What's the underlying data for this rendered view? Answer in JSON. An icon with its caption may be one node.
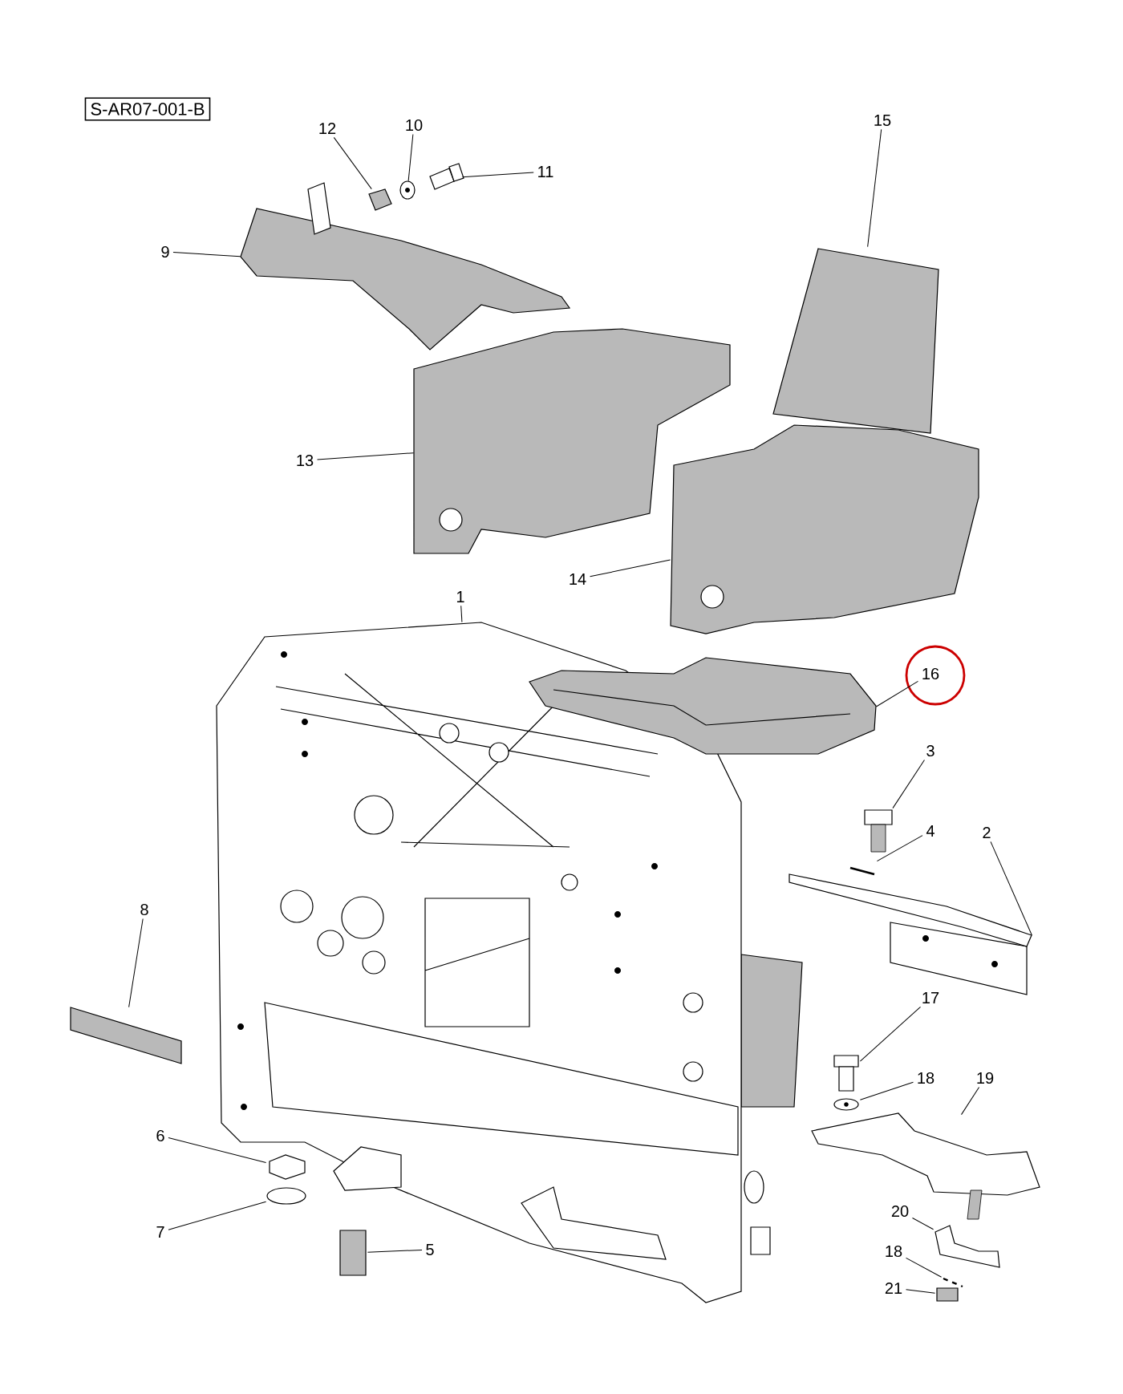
{
  "diagram": {
    "nodes": [
      {
        "text": [
          "S-AR07-001-B"
        ]
      },
      {
        "text": [
          "12"
        ]
      },
      {
        "text": [
          "10"
        ]
      },
      {
        "text": [
          "11"
        ]
      },
      {
        "text": [
          "9"
        ]
      },
      {
        "text": [
          "15"
        ]
      },
      {
        "text": [
          "13"
        ]
      },
      {
        "text": [
          "14"
        ]
      },
      {
        "text": [
          "1"
        ]
      },
      {
        "text": [
          "16"
        ]
      },
      {
        "text": [
          "3"
        ]
      },
      {
        "text": [
          "4"
        ]
      },
      {
        "text": [
          "2"
        ]
      },
      {
        "text": [
          "8"
        ]
      },
      {
        "text": [
          "17"
        ]
      },
      {
        "text": [
          "18"
        ]
      },
      {
        "text": [
          "19"
        ]
      },
      {
        "text": [
          "6"
        ]
      },
      {
        "text": [
          "7"
        ]
      },
      {
        "text": [
          "5"
        ]
      },
      {
        "text": [
          "20"
        ]
      },
      {
        "text": [
          "18"
        ]
      },
      {
        "text": [
          "21"
        ]
      },
      {
        "text": [],
        "shape": "picture"
      },
      {
        "text": [],
        "shape": "picture"
      },
      {
        "text": [],
        "shape": "picture"
      },
      {
        "text": [],
        "shape": "picture"
      },
      {
        "text": [],
        "shape": "picture"
      },
      {
        "text": [],
        "shape": "picture"
      },
      {
        "text": [],
        "shape": "picture"
      },
      {
        "text": [],
        "shape": "picture"
      },
      {
        "text": [],
        "shape": "picture"
      },
      {
        "text": [],
        "shape": "picture"
      },
      {
        "text": [],
        "shape": "picture"
      },
      {
        "text": [],
        "shape": "picture"
      },
      {
        "text": [],
        "shape": "bar"
      },
      {
        "text": [],
        "shape": "picture"
      },
      {
        "text": [],
        "shape": "picture"
      },
      {
        "text": [],
        "shape": "picture"
      },
      {
        "text": [],
        "shape": "picture"
      },
      {
        "text": [],
        "shape": "circle"
      },
      {
        "text": [],
        "shape": "box"
      },
      {
        "text": [],
        "shape": "picture"
      },
      {
        "text": [],
        "shape": "picture"
      },
      {
        "text": [],
        "shape": "box"
      }
    ],
    "edges": [
      {
        "from": 1,
        "to": 23,
        "arrow": "none"
      },
      {
        "from": 2,
        "to": 24,
        "arrow": "none"
      },
      {
        "from": 3,
        "to": 25,
        "arrow": "none"
      },
      {
        "from": 4,
        "to": 26,
        "arrow": "none"
      },
      {
        "from": 5,
        "to": 27,
        "arrow": "none"
      },
      {
        "from": 6,
        "to": 28,
        "arrow": "none"
      },
      {
        "from": 7,
        "to": 29,
        "arrow": "none"
      },
      {
        "from": 8,
        "to": 30,
        "arrow": "none"
      },
      {
        "from": 9,
        "to": 31,
        "arrow": "none"
      },
      {
        "from": 10,
        "to": 32,
        "arrow": "none"
      },
      {
        "from": 11,
        "to": 33,
        "arrow": "none"
      },
      {
        "from": 12,
        "to": 34,
        "arrow": "none"
      },
      {
        "from": 13,
        "to": 35,
        "arrow": "none"
      },
      {
        "from": 14,
        "to": 36,
        "arrow": "none"
      },
      {
        "from": 15,
        "to": 37,
        "arrow": "none"
      },
      {
        "from": 16,
        "to": 38,
        "arrow": "none"
      },
      {
        "from": 17,
        "to": 39,
        "arrow": "none"
      },
      {
        "from": 18,
        "to": 40,
        "arrow": "none"
      },
      {
        "from": 19,
        "to": 41,
        "arrow": "none"
      },
      {
        "from": 20,
        "to": 42,
        "arrow": "none"
      },
      {
        "from": 21,
        "to": 43,
        "arrow": "none"
      },
      {
        "from": 22,
        "to": 44,
        "arrow": "none"
      }
    ]
  }
}
